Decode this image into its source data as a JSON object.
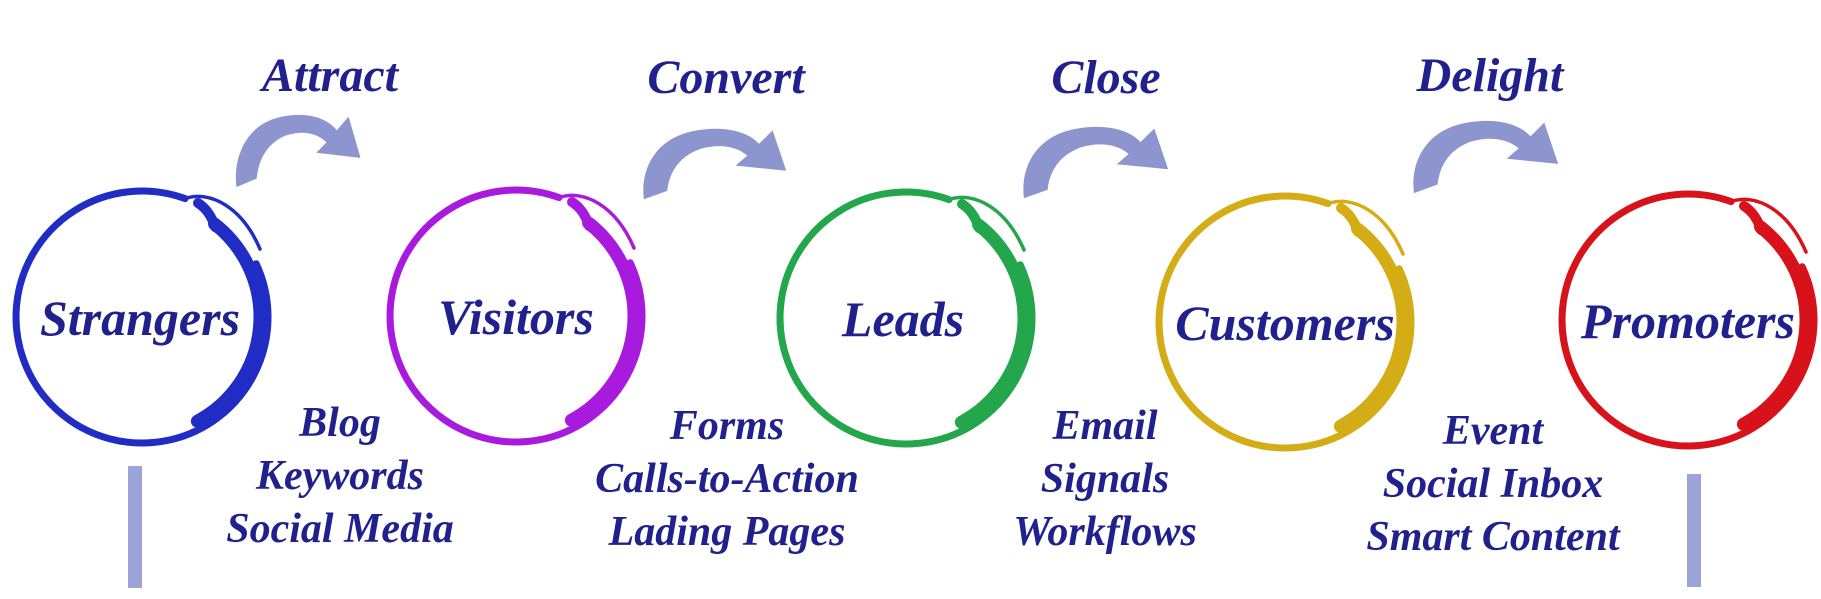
{
  "colors": {
    "ink": "#20218C",
    "arrow": "#8D95CE",
    "bar": "#9CA3D8"
  },
  "stages": [
    {
      "label": "Attract",
      "items": [
        "Blog",
        "Keywords",
        "Social Media"
      ]
    },
    {
      "label": "Convert",
      "items": [
        "Forms",
        "Calls-to-Action",
        "Lading Pages"
      ]
    },
    {
      "label": "Close",
      "items": [
        "Email",
        "Signals",
        "Workflows"
      ]
    },
    {
      "label": "Delight",
      "items": [
        "Event",
        "Social Inbox",
        "Smart Content"
      ]
    }
  ],
  "circles": [
    {
      "label": "Strangers",
      "color": "#202CC4"
    },
    {
      "label": "Visitors",
      "color": "#A91ADF"
    },
    {
      "label": "Leads",
      "color": "#23A64C"
    },
    {
      "label": "Customers",
      "color": "#D4AC15"
    },
    {
      "label": "Promoters",
      "color": "#D8121A"
    }
  ]
}
